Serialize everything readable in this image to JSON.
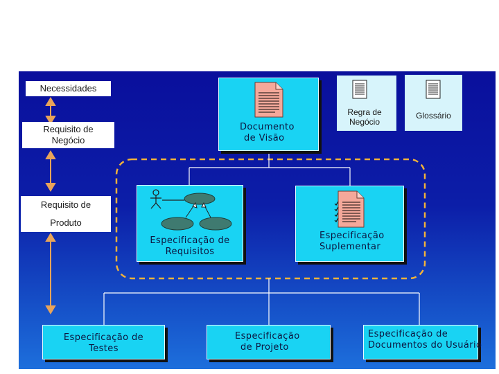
{
  "stack": {
    "needs": "Necessidades",
    "business_req_l1": "Requisito de",
    "business_req_l2": "Negócio",
    "product_req_l1": "Requisito de",
    "product_req_l2": "Produto"
  },
  "artifacts": {
    "vision_l1": "Documento",
    "vision_l2": "de Visão",
    "business_rule_l1": "Regra de",
    "business_rule_l2": "Negócio",
    "glossary": "Glossário",
    "req_spec_l1": "Especificação de",
    "req_spec_l2": "Requisitos",
    "supp_spec_l1": "Especificação",
    "supp_spec_l2": "Suplementar",
    "test_spec_l1": "Especificação de",
    "test_spec_l2": "Testes",
    "design_spec_l1": "Especificação",
    "design_spec_l2": "de Projeto",
    "user_docs_l1": "Especificação de",
    "user_docs_l2": "Documentos do Usuário"
  },
  "colors": {
    "box_fill": "#19d3f3",
    "background_top": "#0a0f9c",
    "background_bottom": "#1d6fdc",
    "connector": "#ffffff",
    "dashed_group": "#f2b23a",
    "arrow": "#e8a45a"
  }
}
